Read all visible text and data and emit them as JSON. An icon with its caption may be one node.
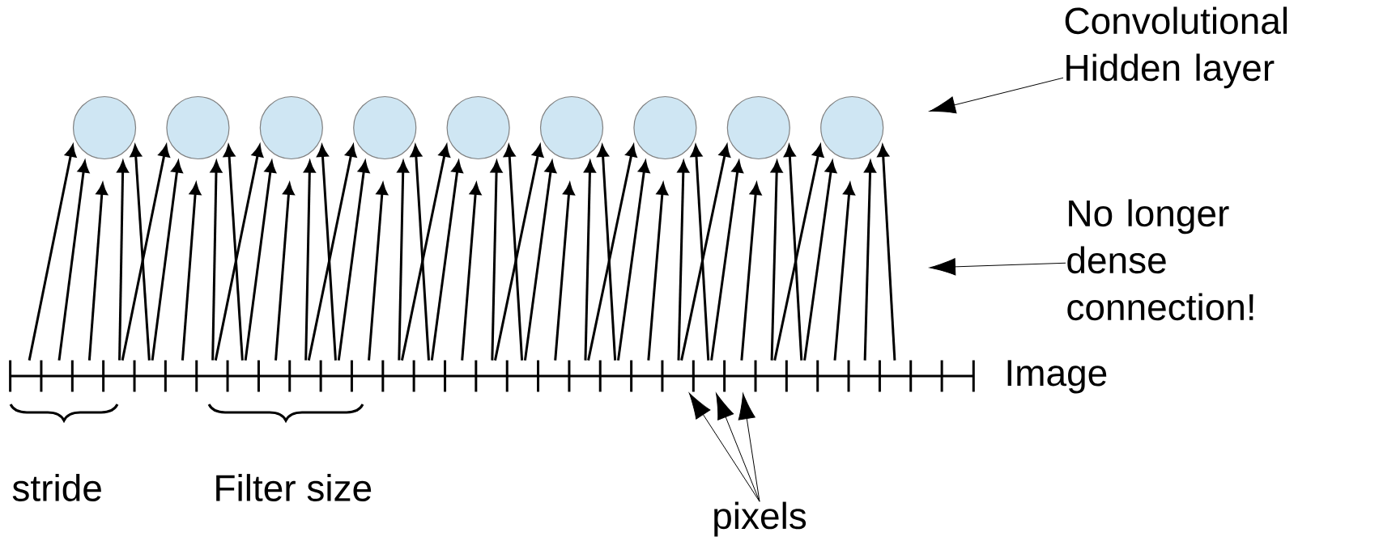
{
  "diagram": {
    "nodes": [
      {
        "text": [
          "Convolutional Hidden layer"
        ]
      },
      {
        "text": [],
        "shape": "circle"
      },
      {
        "text": [],
        "shape": "circle"
      },
      {
        "text": [],
        "shape": "circle"
      },
      {
        "text": [],
        "shape": "circle"
      },
      {
        "text": [],
        "shape": "circle"
      },
      {
        "text": [],
        "shape": "circle"
      },
      {
        "text": [],
        "shape": "circle"
      },
      {
        "text": [],
        "shape": "circle"
      },
      {
        "text": [],
        "shape": "circle"
      },
      {
        "text": [
          "No longer dense connection!"
        ]
      },
      {
        "text": [],
        "shape": "box"
      },
      {
        "text": [],
        "shape": "box"
      },
      {
        "text": [],
        "shape": "box"
      },
      {
        "text": [],
        "shape": "box"
      },
      {
        "text": [],
        "shape": "box"
      },
      {
        "text": [],
        "shape": "box"
      },
      {
        "text": [],
        "shape": "box"
      },
      {
        "text": [],
        "shape": "box"
      },
      {
        "text": [],
        "shape": "box"
      },
      {
        "text": [],
        "shape": "box"
      },
      {
        "text": [],
        "shape": "box"
      },
      {
        "text": [],
        "shape": "box"
      },
      {
        "text": [],
        "shape": "box"
      },
      {
        "text": [],
        "shape": "box"
      },
      {
        "text": [],
        "shape": "box"
      },
      {
        "text": [],
        "shape": "box"
      },
      {
        "text": [],
        "shape": "box"
      },
      {
        "text": [],
        "shape": "box"
      },
      {
        "text": [],
        "shape": "box"
      },
      {
        "text": [],
        "shape": "box"
      },
      {
        "text": [],
        "shape": "box"
      },
      {
        "text": [],
        "shape": "box"
      },
      {
        "text": [],
        "shape": "box"
      },
      {
        "text": [],
        "shape": "box"
      },
      {
        "text": [],
        "shape": "box"
      },
      {
        "text": [],
        "shape": "box"
      },
      {
        "text": [],
        "shape": "box"
      },
      {
        "text": [],
        "shape": "box"
      },
      {
        "text": [],
        "shape": "box"
      },
      {
        "text": [],
        "shape": "box"
      },
      {
        "text": [],
        "shape": "box"
      },
      {
        "text": [
          "pixels"
        ]
      }
    ],
    "edges": [
      {
        "from": 11,
        "to": 1,
        "arrow": "to"
      },
      {
        "from": 12,
        "to": 1,
        "arrow": "to"
      },
      {
        "from": 13,
        "to": 1,
        "arrow": "to"
      },
      {
        "from": 14,
        "to": 1,
        "arrow": "to"
      },
      {
        "from": 15,
        "to": 1,
        "arrow": "to"
      },
      {
        "from": 14,
        "to": 2,
        "arrow": "to"
      },
      {
        "from": 15,
        "to": 2,
        "arrow": "to"
      },
      {
        "from": 16,
        "to": 2,
        "arrow": "to"
      },
      {
        "from": 17,
        "to": 2,
        "arrow": "to"
      },
      {
        "from": 18,
        "to": 2,
        "arrow": "to"
      },
      {
        "from": 17,
        "to": 3,
        "arrow": "to"
      },
      {
        "from": 18,
        "to": 3,
        "arrow": "to"
      },
      {
        "from": 19,
        "to": 3,
        "arrow": "to"
      },
      {
        "from": 20,
        "to": 3,
        "arrow": "to"
      },
      {
        "from": 21,
        "to": 3,
        "arrow": "to"
      },
      {
        "from": 20,
        "to": 4,
        "arrow": "to"
      },
      {
        "from": 21,
        "to": 4,
        "arrow": "to"
      },
      {
        "from": 22,
        "to": 4,
        "arrow": "to"
      },
      {
        "from": 23,
        "to": 4,
        "arrow": "to"
      },
      {
        "from": 24,
        "to": 4,
        "arrow": "to"
      },
      {
        "from": 23,
        "to": 5,
        "arrow": "to"
      },
      {
        "from": 24,
        "to": 5,
        "arrow": "to"
      },
      {
        "from": 25,
        "to": 5,
        "arrow": "to"
      },
      {
        "from": 26,
        "to": 5,
        "arrow": "to"
      },
      {
        "from": 27,
        "to": 5,
        "arrow": "to"
      },
      {
        "from": 26,
        "to": 6,
        "arrow": "to"
      },
      {
        "from": 27,
        "to": 6,
        "arrow": "to"
      },
      {
        "from": 28,
        "to": 6,
        "arrow": "to"
      },
      {
        "from": 29,
        "to": 6,
        "arrow": "to"
      },
      {
        "from": 30,
        "to": 6,
        "arrow": "to"
      },
      {
        "from": 29,
        "to": 7,
        "arrow": "to"
      },
      {
        "from": 30,
        "to": 7,
        "arrow": "to"
      },
      {
        "from": 31,
        "to": 7,
        "arrow": "to"
      },
      {
        "from": 32,
        "to": 7,
        "arrow": "to"
      },
      {
        "from": 33,
        "to": 7,
        "arrow": "to"
      },
      {
        "from": 32,
        "to": 8,
        "arrow": "to"
      },
      {
        "from": 33,
        "to": 8,
        "arrow": "to"
      },
      {
        "from": 34,
        "to": 8,
        "arrow": "to"
      },
      {
        "from": 35,
        "to": 8,
        "arrow": "to"
      },
      {
        "from": 36,
        "to": 8,
        "arrow": "to"
      },
      {
        "from": 35,
        "to": 9,
        "arrow": "to"
      },
      {
        "from": 36,
        "to": 9,
        "arrow": "to"
      },
      {
        "from": 37,
        "to": 9,
        "arrow": "to"
      },
      {
        "from": 38,
        "to": 9,
        "arrow": "to"
      },
      {
        "from": 39,
        "to": 9,
        "arrow": "to"
      },
      {
        "from": 0,
        "to": null,
        "arrow": "to"
      },
      {
        "from": 10,
        "to": null,
        "arrow": "to"
      },
      {
        "from": 42,
        "to": 32,
        "arrow": "to"
      },
      {
        "from": 42,
        "to": 33,
        "arrow": "to"
      },
      {
        "from": 42,
        "to": 34,
        "arrow": "to"
      }
    ],
    "labels": [
      "Image",
      "stride",
      "Filter size"
    ]
  }
}
